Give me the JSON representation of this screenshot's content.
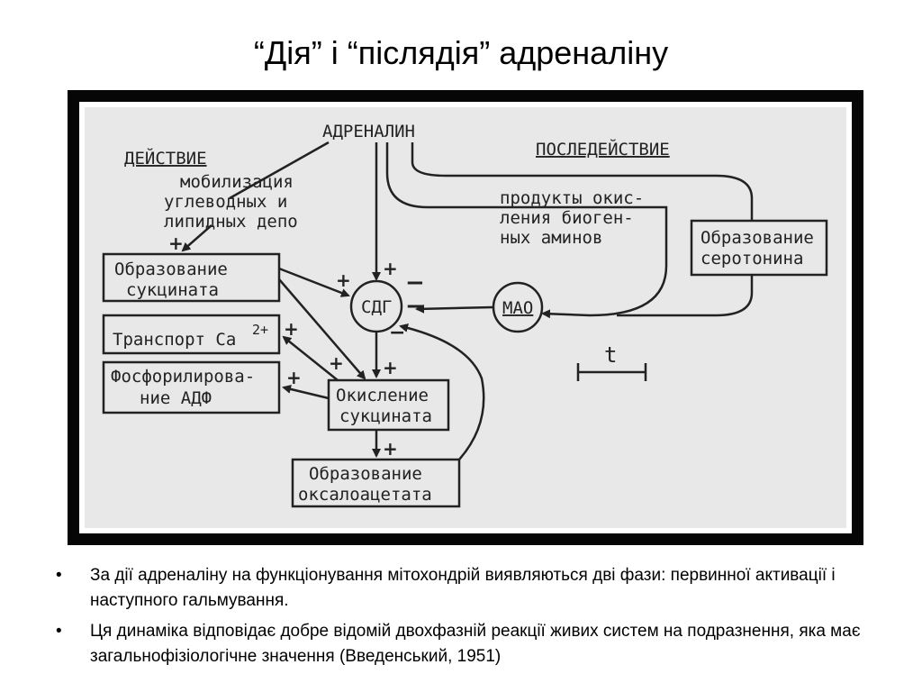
{
  "title": "“Дія” і “післядія” адреналіну",
  "diagram": {
    "top_label": "АДРЕНАЛИН",
    "left_header": "ДЕЙСТВИЕ",
    "right_header": "ПОСЛЕДЕЙСТВИЕ",
    "mobilization": [
      "мобилизация",
      "углеводных и",
      "липидных депо"
    ],
    "succinate_formation": [
      "Образование",
      "сукцината"
    ],
    "ca_transport": "Транспорт Са",
    "ca_superscript": "2+",
    "adp_phosphorylation": [
      "Фосфорилирова-",
      "ние АДФ"
    ],
    "succinate_oxidation": [
      "Окисление",
      "сукцината"
    ],
    "oxaloacetate_formation": [
      "Образование",
      "оксалоацетата"
    ],
    "sdg": "СДГ",
    "mao": "МАО",
    "oxidation_products": [
      "продукты окис-",
      "ления биоген-",
      "ных аминов"
    ],
    "serotonin_formation": [
      "Образование",
      "серотонина"
    ],
    "time_label": "t",
    "plus": "+",
    "minus": "−"
  },
  "bullets": [
    "За дії адреналіну на функціонування мітохондрій виявляються дві фази: первинної активації і наступного гальмування.",
    "Ця динаміка відповідає добре відомій двохфазній реакції живих систем на подразнення, яка має загальнофізіологічне значення (Введенський, 1951)"
  ],
  "bullet_glyph": "•",
  "colors": {
    "frame": "#060606",
    "panel": "#e8e8e8",
    "ink": "#222222"
  }
}
